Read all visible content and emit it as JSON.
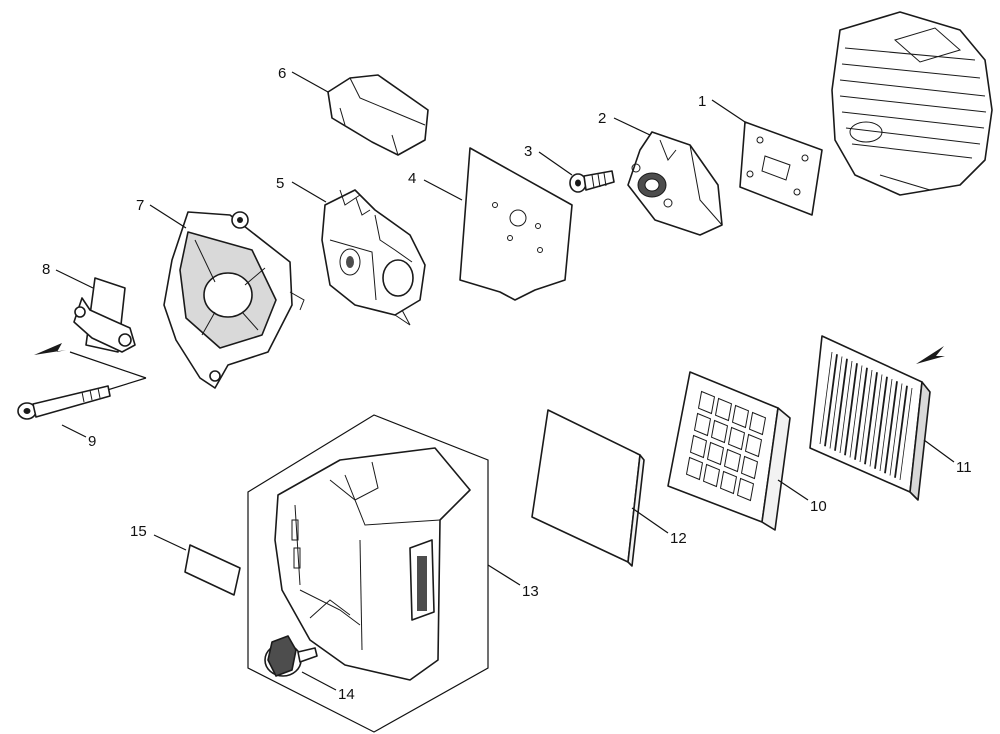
{
  "diagram": {
    "labels": {
      "p1": "1",
      "p2": "2",
      "p3": "3",
      "p4": "4",
      "p5": "5",
      "p6": "6",
      "p7": "7",
      "p8": "8",
      "p9": "9",
      "p10": "10",
      "p11": "11",
      "p12": "12",
      "p13": "13",
      "p14": "14",
      "p15": "15"
    },
    "colors": {
      "line": "#1a1a1a",
      "fill_light": "#f2f2f2",
      "fill_mid": "#d9d9d9",
      "fill_dark": "#4d4d4d"
    }
  }
}
